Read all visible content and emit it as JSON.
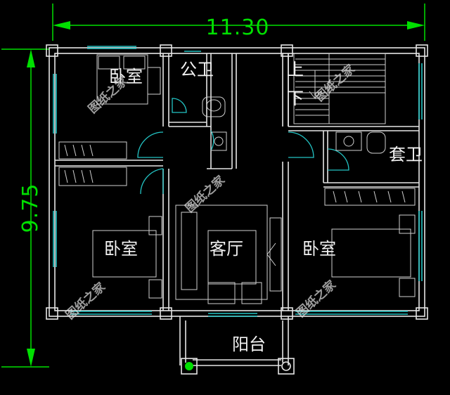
{
  "dimensions": {
    "width": "11.30",
    "height": "9.75"
  },
  "rooms": {
    "bedroom_top_left": "卧室",
    "public_bath": "公卫",
    "stair_up": "上",
    "stair_down": "下",
    "suite_bath": "套卫",
    "bedroom_bottom_left": "卧室",
    "living_room": "客厅",
    "bedroom_right": "卧室",
    "balcony": "阳台"
  },
  "watermark": "图纸之家",
  "colors": {
    "dimension": "#00e000",
    "window": "#23c4c4",
    "wall": "#e6e6e6",
    "background": "#000000"
  }
}
